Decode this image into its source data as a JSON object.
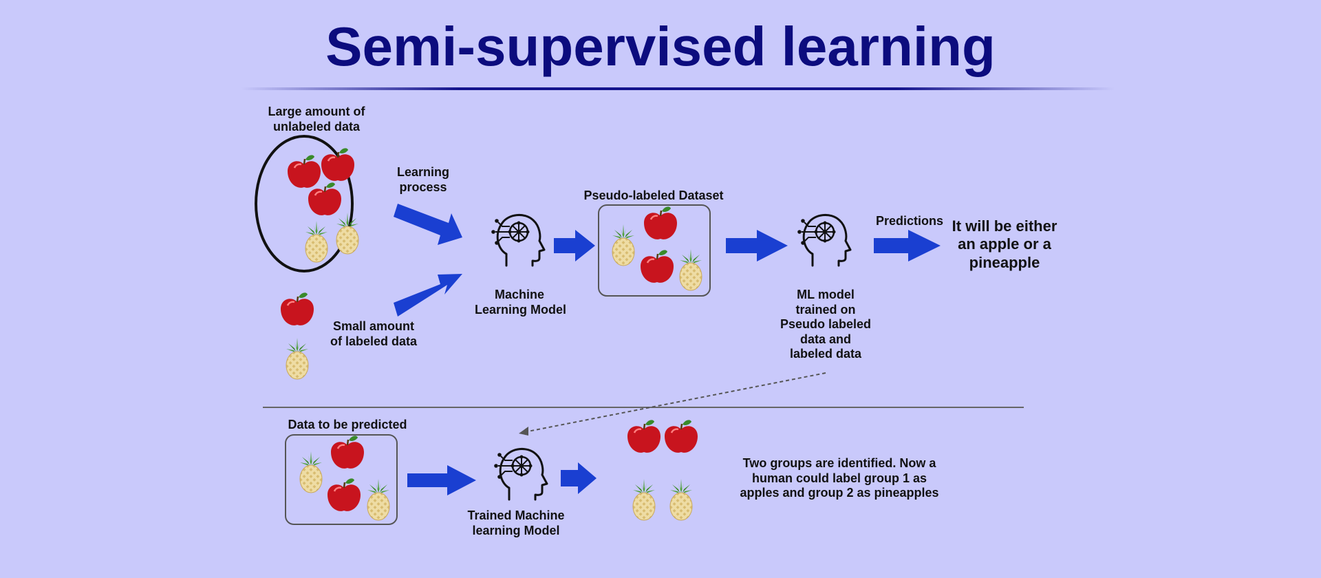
{
  "title": "Semi-supervised learning",
  "labels": {
    "unlabeled_line1": "Large amount of",
    "unlabeled_line2": "unlabeled data",
    "learning_line1": "Learning",
    "learning_line2": "process",
    "small_line1": "Small amount",
    "small_line2": "of labeled data",
    "ml_line1": "Machine",
    "ml_line2": "Learning Model",
    "pseudo_dataset": "Pseudo-labeled Dataset",
    "predictions": "Predictions",
    "result_line1": "It will be either",
    "result_line2": "an apple or a",
    "result_line3": "pineapple",
    "trained_pseudo_line1": "ML model",
    "trained_pseudo_line2": "trained on",
    "trained_pseudo_line3": "Pseudo labeled",
    "trained_pseudo_line4": "data and",
    "trained_pseudo_line5": "labeled data",
    "data_predict": "Data to be predicted",
    "trained_ml_line1": "Trained Machine",
    "trained_ml_line2": "learning Model",
    "groups_line1": "Two groups are identified. Now a",
    "groups_line2": "human could label group 1 as",
    "groups_line3": "apples and group 2 as pineapples"
  },
  "colors": {
    "background": "#c9c9fb",
    "title": "#0c0c7e",
    "arrow": "#1a3fd1",
    "apple": "#c8141e",
    "pineapple": "#ecd9a0"
  },
  "icons": [
    "apple-icon",
    "pineapple-icon",
    "ai-head-icon"
  ]
}
